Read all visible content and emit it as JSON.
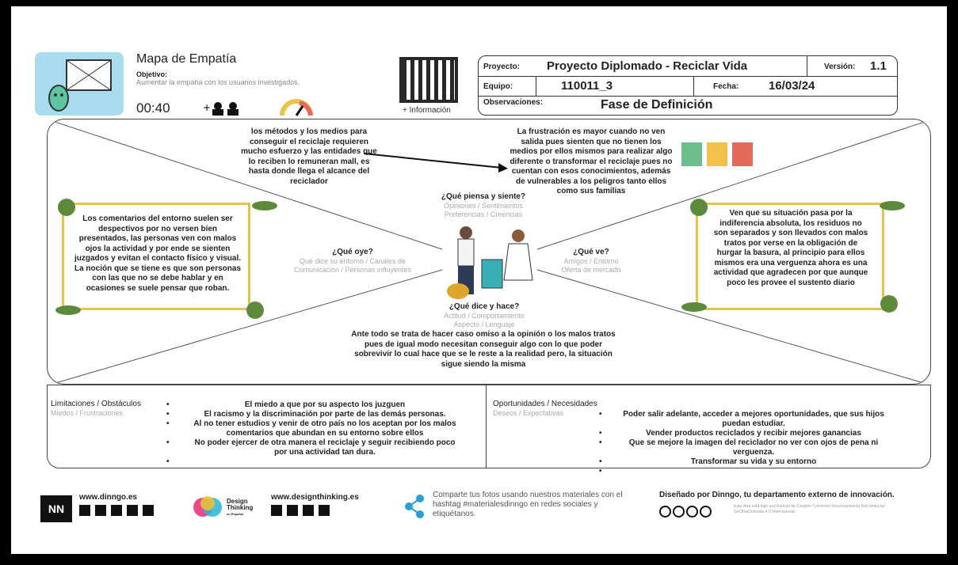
{
  "header": {
    "title": "Mapa de Empatía",
    "objective_label": "Objetivo:",
    "objective_text": "Aumentar la empatía con los usuarios investigados.",
    "timer": "00:40",
    "qr_caption": "+ Información"
  },
  "project": {
    "project_label": "Proyecto:",
    "project_value": "Proyecto Diplomado - Reciclar Vida",
    "version_label": "Versión:",
    "version_value": "1.1",
    "team_label": "Equipo:",
    "team_value": "110011_3",
    "date_label": "Fecha:",
    "date_value": "16/03/24",
    "obs_label": "Observaciones:",
    "obs_value": "Fase de Definición"
  },
  "map": {
    "top_left_note": "los métodos y los medios para conseguir el reciclaje requieren mucho esfuerzo y las entidades que lo reciben lo remuneran mall, es hasta donde llega el alcance del reciclador",
    "top_right_note": "La frustración es mayor cuando no ven salida pues sienten que no tienen los medios por ellos mismos para realizar algo diferente o transformar el reciclaje pues no cuentan con esos conocimientos, además de vulnerables a los peligros tanto ellos como sus familias",
    "thinks_q": "¿Qué piensa y siente?",
    "thinks_s1": "Opiniones / Sentimientos",
    "thinks_s2": "Preferencias / Creencias",
    "hears_q": "¿Qué oye?",
    "hears_s1": "Qué dice su entorno / Canales de",
    "hears_s2": "Comunicación / Personas influyentes",
    "sees_q": "¿Qué ve?",
    "sees_s1": "Amigos  /  Entorno",
    "sees_s2": "Oferta de mercado",
    "says_q": "¿Qué dice y hace?",
    "says_s1": "Actitud / Comportamiento",
    "says_s2": "Aspecto / Lenguaje",
    "hears_text": "Los comentarios del entorno suelen ser despectivos por no versen bien presentados, las personas ven con malos ojos la actividad y por ende se sienten juzgados y evitan el contacto físico y visual. La noción que se tiene es que son personas con las que no se debe hablar y en ocasiones se suele pensar que roban.",
    "sees_text": "Ven que su situación pasa por la indiferencia absoluta, los residuos no son separados y son llevados con malos tratos por verse en la obligación de hurgar la basura, al principio para ellos mismos era una verguenza ahora es una actividad que agradecen por que aunque poco les provee el sustento diario",
    "says_text": "Ante todo se trata de hacer caso omiso a la opinión o los malos tratos pues de igual modo necesitan conseguir algo con lo que poder sobrevivir lo cual hace que se le reste a la realidad pero, la situación sigue siendo la misma"
  },
  "limits": {
    "title": "Limitaciones / Obstáculos",
    "subtitle": "Miedos / Frustraciones",
    "items": [
      "El miedo a que por su aspecto los juzguen",
      "El racismo y la discriminación por parte de las demás personas.",
      "Al no tener estudios y venir de otro país no los aceptan por los malos comentarios que abundan en su entorno sobre ellos",
      "No poder ejercer de otra manera el reciclaje y seguir recibiendo poco por una actividad tan dura.",
      ""
    ]
  },
  "opps": {
    "title": "Oportunidades / Necesidades",
    "subtitle": "Deseos / Expectativas",
    "items": [
      "Poder salir adelante, acceder a mejores oportunidades, que sus hijos puedan estudiar.",
      "Vender productos reciclados y recibir mejores ganancias",
      "Que se mejore la imagen del reciclador no ver con ojos de pena ni verguenza.",
      "Transformar su vida y su entorno",
      ""
    ]
  },
  "footer": {
    "dinngo_url": "www.dinngo.es",
    "dt_url": "www.designthinking.es",
    "share_text": "Comparte tus fotos usando nuestros materiales con el hashtag #materialesdinngo en redes sociales y etiquétanos.",
    "credit": "Diseñado por Dinngo, tu departamento externo de innovación.",
    "license": "Esta obra está bajo una licencia de Creative Commons Reconocimiento-NoComercial-SinObraDerivada 4.0 Internacional.",
    "logo_nn": "NN",
    "dt_logo_l1": "Design",
    "dt_logo_l2": "Thinking",
    "dt_logo_l3": "en Español"
  },
  "colors": {
    "frame": "#e5c24a",
    "leaf": "#5c8a3a",
    "thumb": "#aadcf0"
  }
}
